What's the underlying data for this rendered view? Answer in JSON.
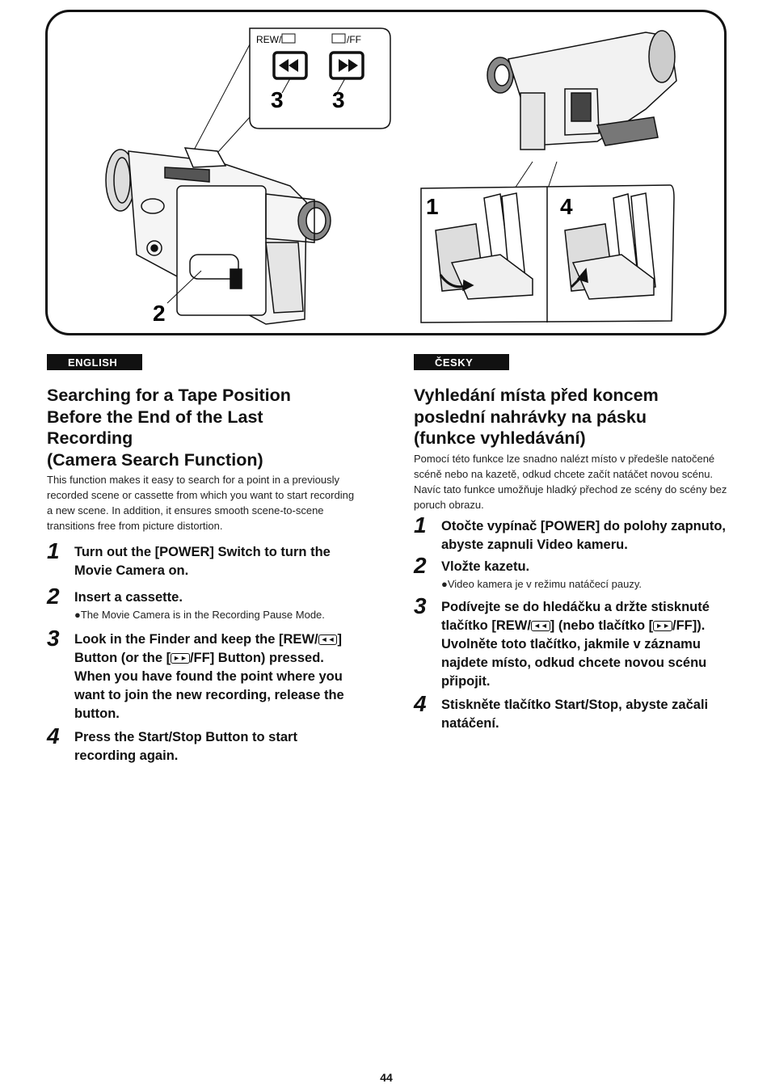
{
  "figure": {
    "rew_label": "REW/",
    "ff_label": "/FF",
    "rew_glyph": "◄◄",
    "ff_glyph": "►►",
    "callout_3a": "3",
    "callout_3b": "3",
    "callout_2": "2",
    "callout_1": "1",
    "callout_4": "4"
  },
  "english": {
    "tab": "ENGLISH",
    "heading_lines": [
      "Searching for a Tape Position",
      "Before the End of the Last",
      "Recording",
      "(Camera Search Function)"
    ],
    "intro": "This function makes it easy to search for a point in a previously recorded scene or cassette from which you want to start recording a new scene. In addition, it ensures smooth scene-to-scene transitions free from picture distortion.",
    "steps": [
      {
        "num": "1",
        "text": "Turn out the [POWER] Switch to turn the Movie Camera on."
      },
      {
        "num": "2",
        "text": "Insert a cassette.",
        "note": "●The Movie Camera is in the Recording Pause Mode."
      },
      {
        "num": "3",
        "text_a": "Look in the Finder and keep the [REW/",
        "text_b": "] Button (or the [",
        "text_c": "/FF] Button) pressed. When you have found the point where you want to join the new recording, release the button."
      },
      {
        "num": "4",
        "text": "Press the Start/Stop Button to start recording again."
      }
    ]
  },
  "czech": {
    "tab": "ČESKY",
    "heading_lines": [
      "Vyhledání místa před koncem",
      "poslední nahrávky na pásku",
      "(funkce vyhledávání)"
    ],
    "intro": "Pomocí této funkce lze snadno nalézt místo v předešle natočené scéně nebo na kazetě, odkud chcete začít natáčet novou scénu. Navíc tato funkce umožňuje hladký přechod ze scény do scény bez poruch obrazu.",
    "steps": [
      {
        "num": "1",
        "text": "Otočte vypínač [POWER] do polohy zapnuto, abyste zapnuli Video kameru."
      },
      {
        "num": "2",
        "text": "Vložte kazetu.",
        "note": "●Video kamera je v režimu natáčecí pauzy."
      },
      {
        "num": "3",
        "text_a": "Podívejte se do hledáčku a držte stisknuté tlačítko [REW/",
        "text_b": "] (nebo tlačítko [",
        "text_c": "/FF]). Uvolněte toto tlačítko, jakmile v záznamu najdete místo, odkud chcete novou scénu připojit."
      },
      {
        "num": "4",
        "text": "Stiskněte tlačítko Start/Stop, abyste začali natáčení."
      }
    ]
  },
  "page_number": "44"
}
